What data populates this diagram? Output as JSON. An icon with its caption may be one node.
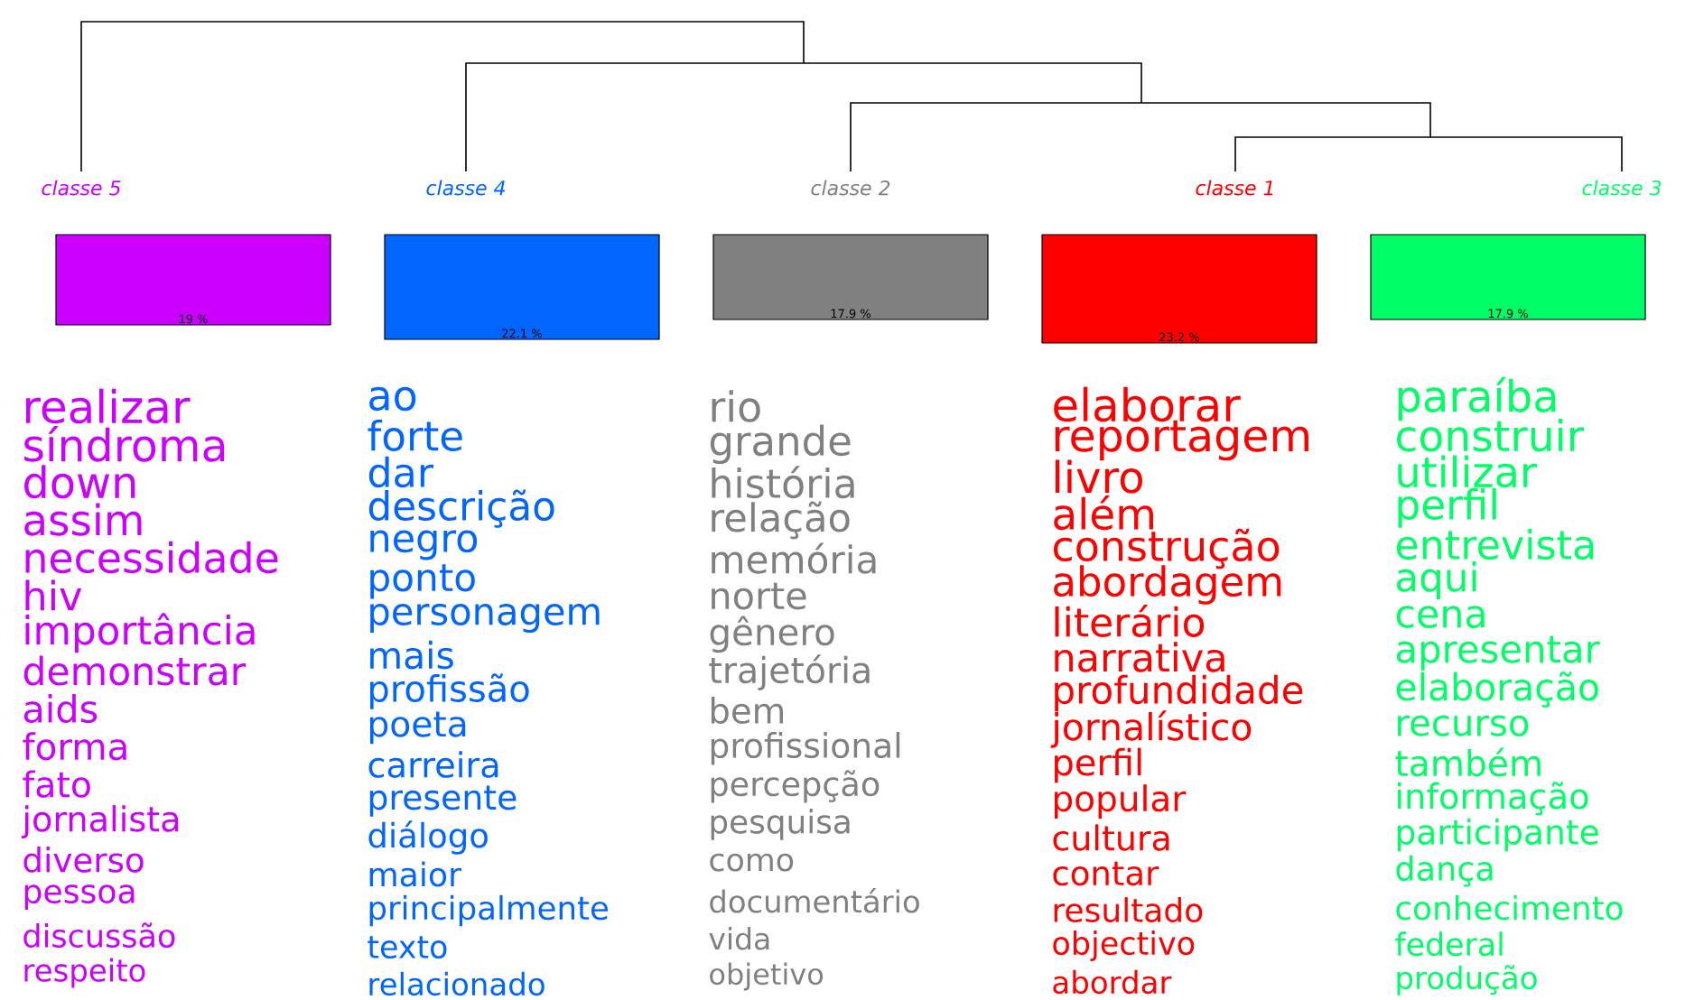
{
  "diagram": {
    "nodes": [
      {
        "text": [
          "19 %"
        ],
        "beside": [
          "classe  5",
          "realizar",
          "síndroma",
          "down",
          "assim",
          "necessidade",
          "hiv",
          "importância",
          "demonstrar",
          "aids",
          "forma",
          "fato",
          "jornalista",
          "diverso",
          "pessoa",
          "discussão",
          "respeito"
        ]
      },
      {
        "text": [
          "22.1 %"
        ],
        "beside": [
          "classe  4",
          "ao",
          "forte",
          "dar",
          "descrição",
          "negro",
          "ponto",
          "personagem",
          "mais",
          "profissão",
          "poeta",
          "carreira",
          "presente",
          "diálogo",
          "maior",
          "principalmente",
          "texto",
          "relacionado"
        ]
      },
      {
        "text": [
          "17.9 %"
        ],
        "beside": [
          "classe  2",
          "rio",
          "grande",
          "história",
          "relação",
          "memória",
          "norte",
          "gênero",
          "trajetória",
          "bem",
          "profissional",
          "percepção",
          "pesquisa",
          "como",
          "documentário",
          "vida",
          "objetivo"
        ]
      },
      {
        "text": [
          "23.2 %"
        ],
        "beside": [
          "classe  1",
          "elaborar",
          "reportagem",
          "livro",
          "além",
          "construção",
          "abordagem",
          "literário",
          "narrativa",
          "profundidade",
          "jornalístico",
          "perfil",
          "popular",
          "cultura",
          "contar",
          "resultado",
          "objectivo",
          "abordar"
        ]
      },
      {
        "text": [
          "17.9 %"
        ],
        "beside": [
          "classe  3",
          "paraíba",
          "construir",
          "utilizar",
          "perfil",
          "entrevista",
          "aqui",
          "cena",
          "apresentar",
          "elaboração",
          "recurso",
          "também",
          "informação",
          "participante",
          "dança",
          "conhecimento",
          "federal",
          "produção"
        ]
      }
    ]
  }
}
